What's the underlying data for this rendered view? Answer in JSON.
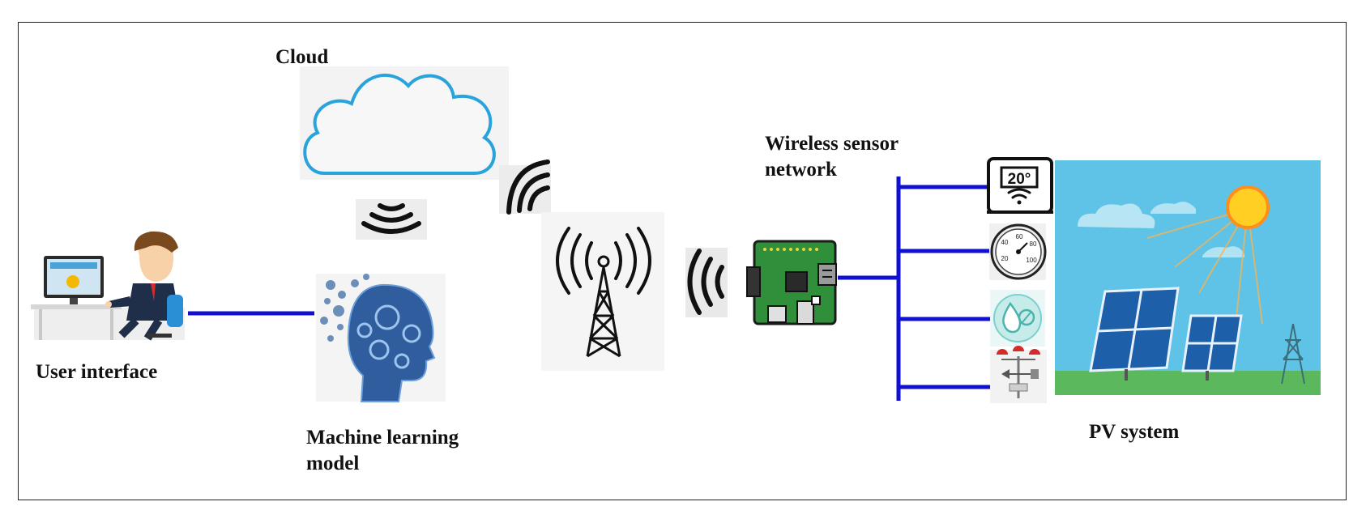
{
  "labels": {
    "cloud": "Cloud",
    "user_interface": "User interface",
    "ml_model_line1": "Machine learning",
    "ml_model_line2": "model",
    "wsn_line1": "Wireless sensor",
    "wsn_line2": "network",
    "pv_system": "PV system"
  },
  "sensor_icons": {
    "thermostat_reading": "20°",
    "gauge_ticks": [
      "20",
      "40",
      "60",
      "80",
      "100"
    ]
  },
  "colors": {
    "link_line": "#1010d0",
    "cloud_outline": "#29a3dc",
    "sky": "#5ec3e6",
    "grass": "#5cb85c",
    "sun": "#ffcf24",
    "board": "#2f8f3a"
  }
}
